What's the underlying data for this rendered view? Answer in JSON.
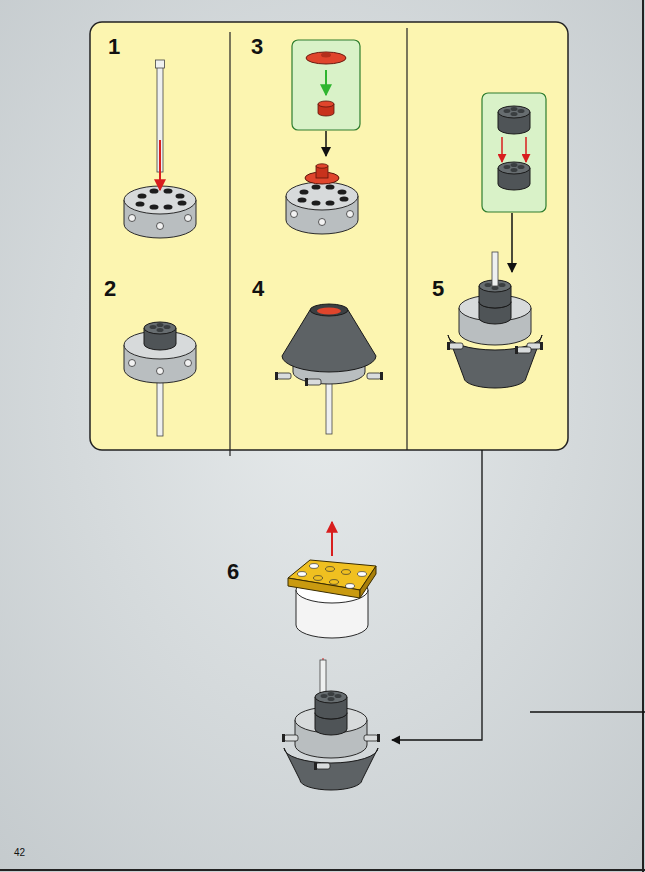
{
  "diagram": {
    "labels": [
      "1",
      "3",
      "2",
      "4",
      "5",
      "6",
      "42"
    ]
  }
}
